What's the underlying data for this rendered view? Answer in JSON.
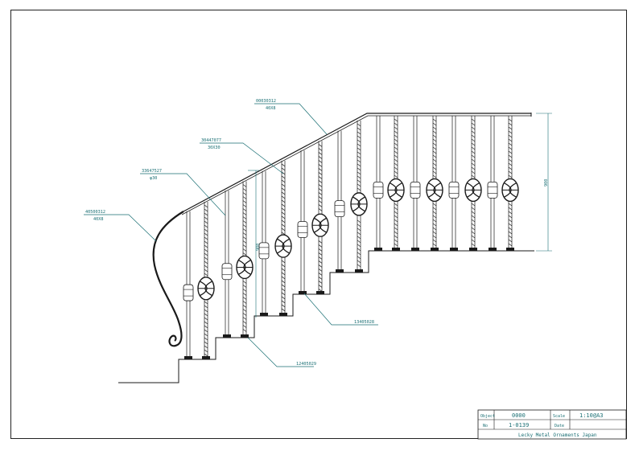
{
  "drawing": {
    "callouts": [
      {
        "id": "handrail",
        "code": "00030312",
        "size": "40X8"
      },
      {
        "id": "flat-bar",
        "code": "30447077",
        "size": "30X30"
      },
      {
        "id": "round-bar",
        "code": "33647527",
        "size": "φ30"
      },
      {
        "id": "volute",
        "code": "40500312",
        "size": "40X8"
      },
      {
        "id": "baluster-plain",
        "code": "13405028",
        "size": ""
      },
      {
        "id": "baluster-twist",
        "code": "12405029",
        "size": ""
      }
    ],
    "dimensions": {
      "height_landing": "900",
      "height_stair": "900"
    }
  },
  "title_block": {
    "object_label": "Object",
    "object_value": "0000",
    "scale_label": "Scale",
    "scale_value": "1:10@A3",
    "no_label": "No",
    "no_value": "1-0139",
    "date_label": "Date",
    "date_value": "",
    "company": "Lecky Metal Ornaments Japan"
  },
  "colors": {
    "line": "#1a1a1a",
    "annotation": "#1a6f74"
  }
}
